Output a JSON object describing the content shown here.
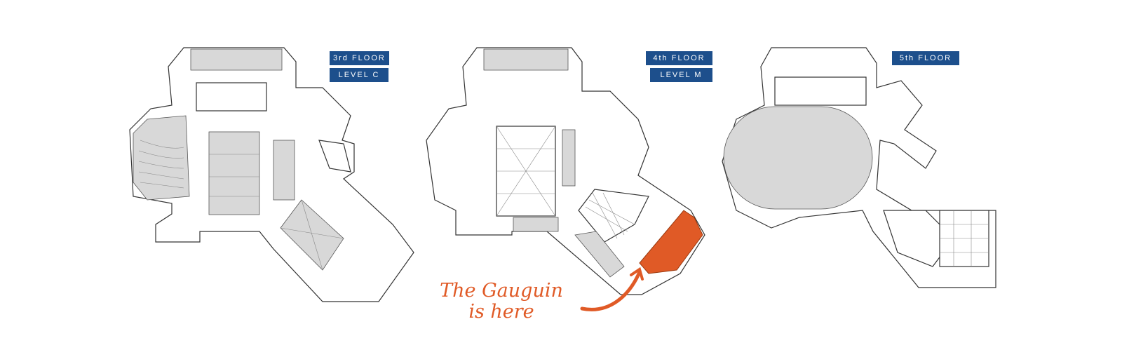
{
  "floors": [
    {
      "name": "3rd FLOOR",
      "level": "LEVEL C"
    },
    {
      "name": "4th FLOOR",
      "level": "LEVEL M"
    },
    {
      "name": "5th FLOOR"
    }
  ],
  "callout": {
    "line1": "The Gauguin",
    "line2": "is here"
  },
  "colors": {
    "label_bg": "#1d4f8c",
    "highlight": "#e05a26"
  }
}
